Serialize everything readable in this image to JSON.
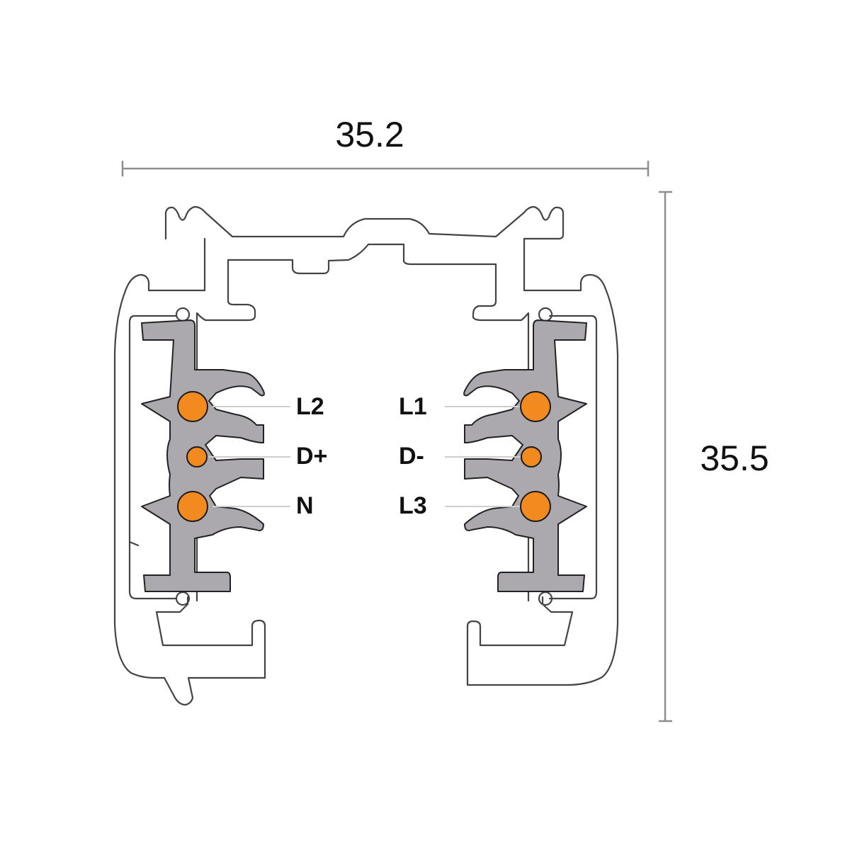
{
  "diagram": {
    "type": "track-profile-cross-section",
    "dimensions": {
      "width": {
        "label": "35.2"
      },
      "height": {
        "label": "35.5"
      }
    },
    "colors": {
      "background": "#ffffff",
      "outline": "#444444",
      "insulator": "#aba8ae",
      "conductor": "#f28a1f",
      "leader": "#cfcfcf",
      "dimension_line": "#8e8e8e",
      "text": "#111111"
    },
    "conductors": {
      "left": [
        {
          "label": "L2",
          "size": "large"
        },
        {
          "label": "D+",
          "size": "small"
        },
        {
          "label": "N",
          "size": "large"
        }
      ],
      "right": [
        {
          "label": "L1",
          "size": "large"
        },
        {
          "label": "D-",
          "size": "small"
        },
        {
          "label": "L3",
          "size": "large"
        }
      ]
    }
  }
}
